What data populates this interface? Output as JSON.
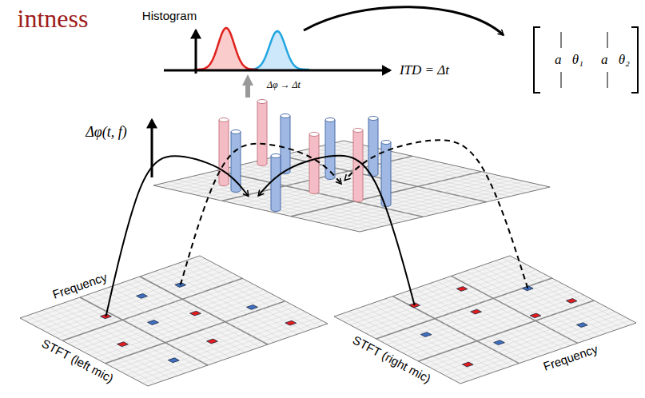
{
  "diagram": {
    "title": "intness",
    "labels": [
      "Histogram",
      "ITD = Δt",
      "Δφ → Δt",
      "a⃗θ₁",
      "a⃗θ₂",
      "Δφ(t, f)",
      "Frequency",
      "STFT (left mic)",
      "STFT (right mic)",
      "Frequency"
    ]
  }
}
